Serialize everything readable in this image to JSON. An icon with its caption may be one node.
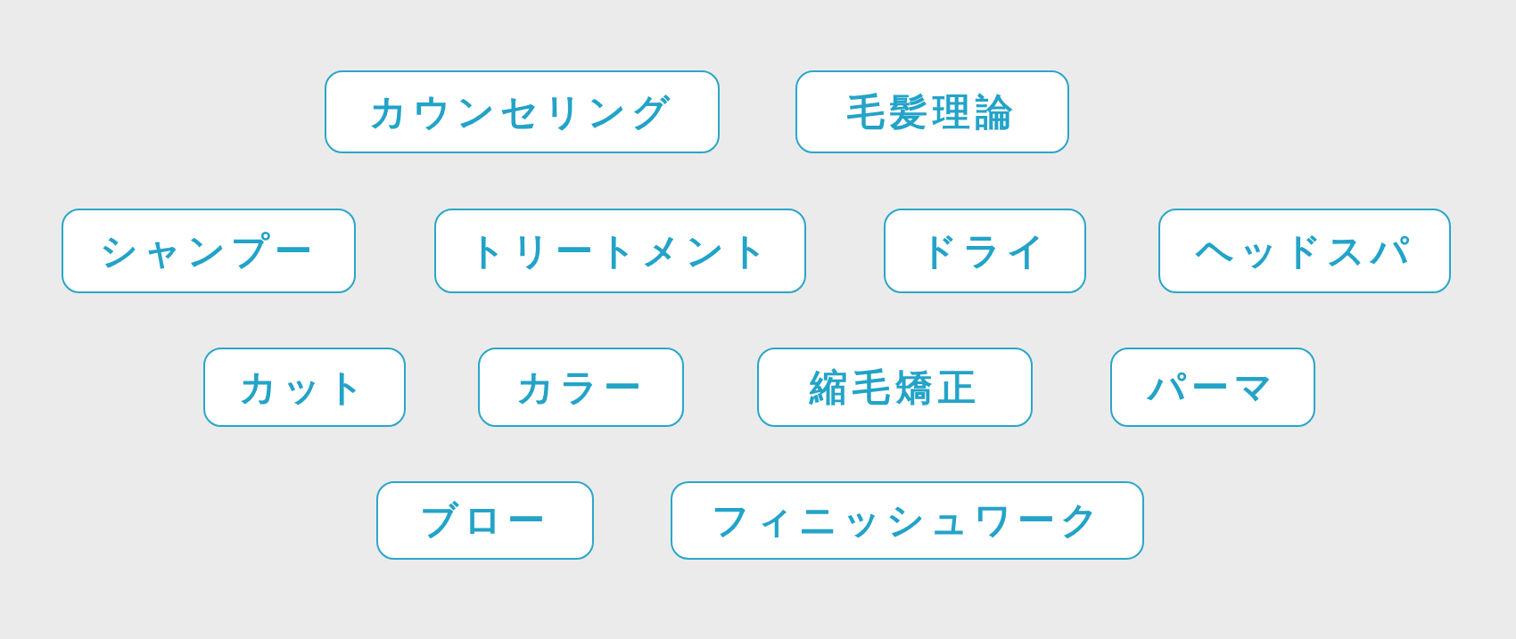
{
  "diagram": {
    "nodes": [
      {
        "text": [
          "カウンセリング"
        ]
      },
      {
        "text": [
          "毛髪理論"
        ]
      },
      {
        "text": [
          "シャンプー"
        ]
      },
      {
        "text": [
          "トリートメント"
        ]
      },
      {
        "text": [
          "ドライ"
        ]
      },
      {
        "text": [
          "ヘッドスパ"
        ]
      },
      {
        "text": [
          "カット"
        ]
      },
      {
        "text": [
          "カラー"
        ]
      },
      {
        "text": [
          "縮毛矯正"
        ]
      },
      {
        "text": [
          "パーマ"
        ]
      },
      {
        "text": [
          "ブロー"
        ]
      },
      {
        "text": [
          "フィニッシュワーク"
        ]
      }
    ]
  }
}
